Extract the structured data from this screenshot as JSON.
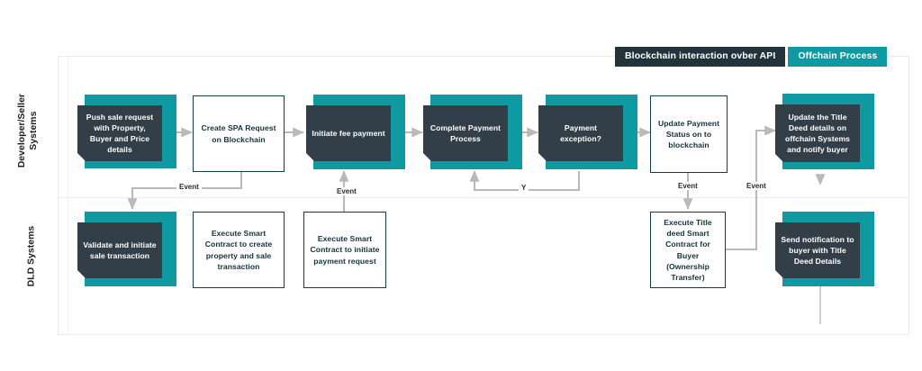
{
  "legend": {
    "items": [
      {
        "label": "Blockchain interaction ovber API",
        "color": "#22333c",
        "style": "dark"
      },
      {
        "label": "Offchain Process",
        "color": "#0f9aa2",
        "style": "teal"
      }
    ]
  },
  "lanes": [
    {
      "id": "dev",
      "label": "Developer/Seller Systems"
    },
    {
      "id": "dld",
      "label": "DLD Systems"
    }
  ],
  "nodes": {
    "push_sale": "Push sale request with Property, Buyer and Price details",
    "create_spa": "Create SPA Request on Blockchain",
    "initiate_fee": "Initiate fee payment",
    "complete_payment": "Complete Payment Process",
    "payment_exception": "Payment exception?",
    "update_payment_status": "Update Payment Status on to blockchain",
    "update_title_deed": "Update the Title Deed details on offchain Systems and notify buyer",
    "validate_sale": "Validate and initiate sale transaction",
    "exec_create_property": "Execute Smart Contract to create property and sale transaction",
    "exec_initiate_payment": "Execute Smart Contract to initiate payment request",
    "exec_title_deed": "Execute Title deed Smart Contract for Buyer (Ownership Transfer)",
    "send_notification": "Send notification to buyer with Title Deed Details"
  },
  "connector_labels": {
    "event_1": "Event",
    "event_2": "Event",
    "exception_yes": "Y",
    "event_3": "Event",
    "event_4": "Event"
  },
  "colors": {
    "offchain_plate": "#0f9aa2",
    "offchain_card": "#333f48",
    "onchain_border": "#123c46",
    "legend_dark": "#22333c",
    "connector": "#b9b9b9",
    "lane_border": "#e9e9e9"
  }
}
